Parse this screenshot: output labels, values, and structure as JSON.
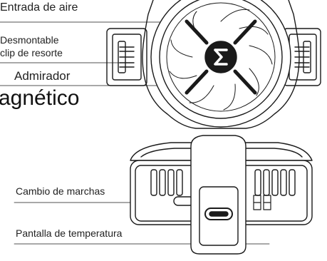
{
  "labels": {
    "air_inlet": "Entrada de aire",
    "spring_clip_line1": "Desmontable",
    "spring_clip_line2": "clip de resorte",
    "fan": "Admirador",
    "magnetic_partial": "agnético",
    "gear_switch": "Cambio de marchas",
    "temperature_display": "Pantalla de temperatura"
  },
  "icons": {
    "brand_logo": "sigma-logo-icon",
    "usb_port": "usb-c-port-icon",
    "temp_display": "seven-segment-display-icon"
  },
  "colors": {
    "line": "#1a1a1a",
    "text": "#222222",
    "background": "#ffffff"
  }
}
